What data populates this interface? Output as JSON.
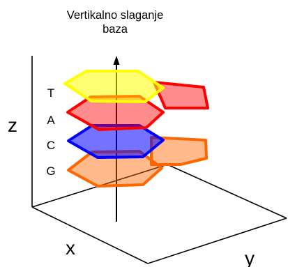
{
  "title": {
    "line1": "Vertikalno slaganje",
    "line2": "baza"
  },
  "axes": {
    "z_label": "z",
    "x_label": "x",
    "y_label": "y"
  },
  "bases": [
    {
      "letter": "T",
      "color": "#ffff00",
      "outline": "#ffff00"
    },
    {
      "letter": "A",
      "color": "#ff0000",
      "outline": "#ff0000"
    },
    {
      "letter": "C",
      "color": "#0000ff",
      "outline": "#0000ff"
    },
    {
      "letter": "G",
      "color": "#ff6600",
      "outline": "#ff6600"
    }
  ]
}
